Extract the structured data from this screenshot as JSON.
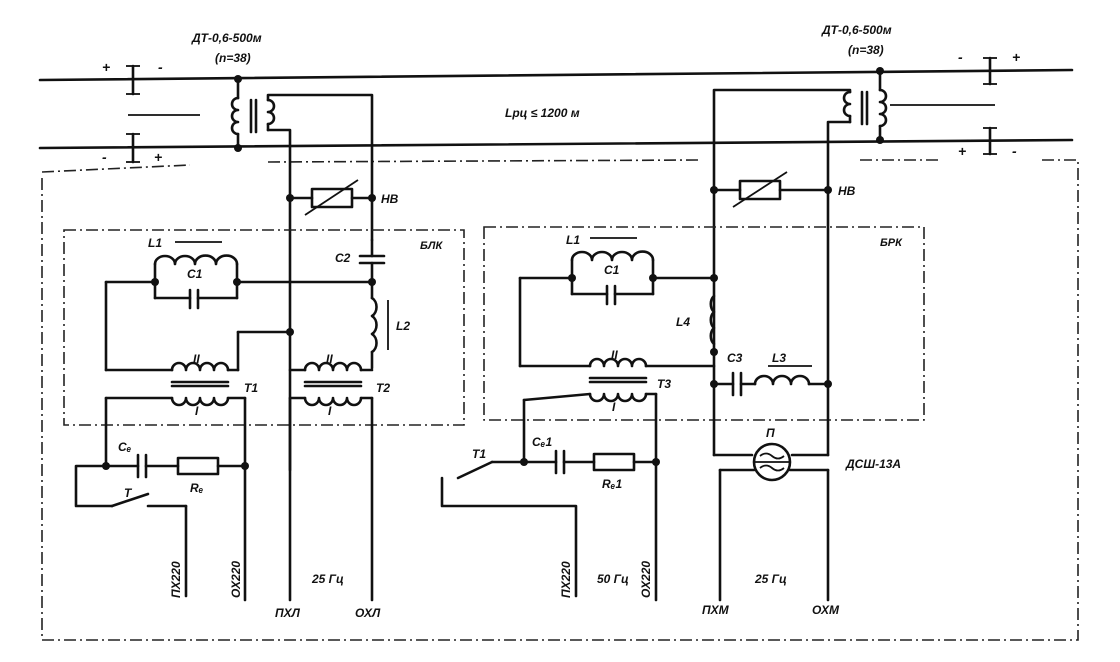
{
  "diagram": {
    "left": {
      "transformer_type": "ДТ-0,6-500м",
      "ratio": "(n=38)",
      "varistor": "НВ",
      "block": "БЛК",
      "L1": "L1",
      "C1": "C1",
      "C2": "C2",
      "L2": "L2",
      "T1": "T1",
      "T2": "T2",
      "winding_II": "II",
      "winding_I": "I",
      "Cs": "Cₑ",
      "Rs": "Rₑ",
      "key": "T",
      "out_px": "ПХ220",
      "out_ox": "ОХ220",
      "freq": "25 Гц",
      "track_px": "ПХЛ",
      "track_ox": "ОХЛ"
    },
    "middle": {
      "length": "Lрц ≤ 1200 м"
    },
    "right": {
      "transformer_type": "ДТ-0,6-500м",
      "ratio": "(n=38)",
      "varistor": "НВ",
      "block": "БРК",
      "L1": "L1",
      "C1": "C1",
      "L4": "L4",
      "C3": "C3",
      "L3": "L3",
      "T3": "T3",
      "winding_II": "II",
      "winding_I": "I",
      "Cs1": "Cₑ1",
      "Rs1": "Rₑ1",
      "key": "T1",
      "out_px": "ПХ220",
      "out_ox": "ОХ220",
      "freq50": "50 Гц",
      "relay_p": "П",
      "relay_type": "ДСШ-13А",
      "freq25": "25 Гц",
      "relay_px": "ПХМ",
      "relay_ox": "ОХМ"
    },
    "polarity": {
      "plus": "+",
      "minus": "-"
    }
  }
}
